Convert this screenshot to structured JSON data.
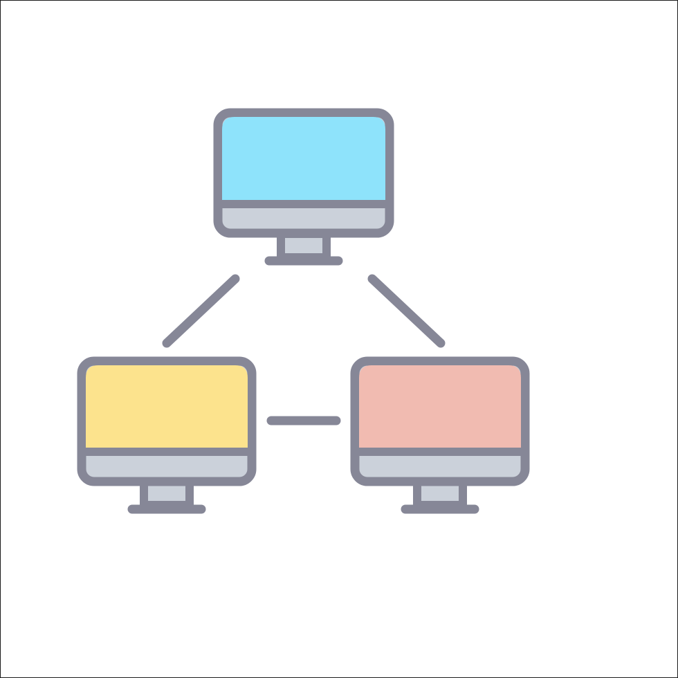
{
  "icon": {
    "name": "computer-network-icon",
    "colors": {
      "outline": "#868797",
      "bezel": "#cbd1da",
      "background": "#ffffff",
      "frame_border": "#1a1a1a"
    },
    "computers": [
      {
        "name": "monitor-top",
        "screen_color": "#8ee3fb"
      },
      {
        "name": "monitor-bottom-left",
        "screen_color": "#fce38d"
      },
      {
        "name": "monitor-bottom-right",
        "screen_color": "#f1bbb1"
      }
    ],
    "connections": [
      {
        "name": "link-top-to-left"
      },
      {
        "name": "link-top-to-right"
      },
      {
        "name": "link-left-to-right"
      }
    ]
  }
}
